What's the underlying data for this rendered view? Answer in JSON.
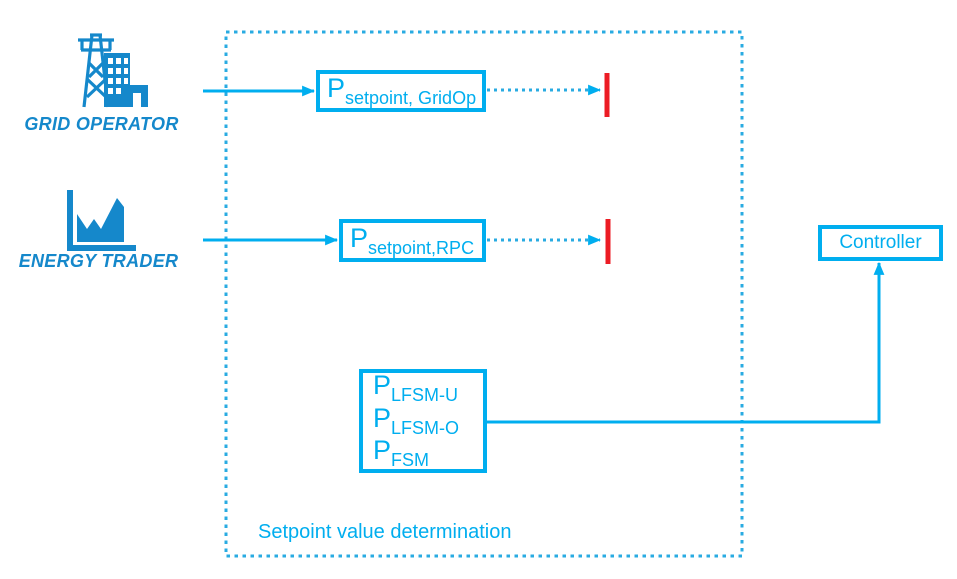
{
  "colors": {
    "accent_cyan": "#00AEEF",
    "brand_blue": "#1588CB",
    "limit_red": "#EC1C24"
  },
  "actors": {
    "grid_operator": {
      "label": "GRID OPERATOR",
      "icon": "transmission-tower-buildings-icon"
    },
    "energy_trader": {
      "label": "ENERGY TRADER",
      "icon": "market-area-chart-icon"
    }
  },
  "container": {
    "label": "Setpoint value determination"
  },
  "blocks": {
    "gridop": {
      "symbol": "P",
      "subscript": "setpoint, GridOp"
    },
    "rpc": {
      "symbol": "P",
      "subscript": "setpoint,RPC"
    },
    "lfsm": {
      "lines": [
        {
          "symbol": "P",
          "subscript": "LFSM-U"
        },
        {
          "symbol": "P",
          "subscript": "LFSM-O"
        },
        {
          "symbol": "P",
          "subscript": "FSM"
        }
      ]
    },
    "controller": {
      "label": "Controller"
    }
  }
}
